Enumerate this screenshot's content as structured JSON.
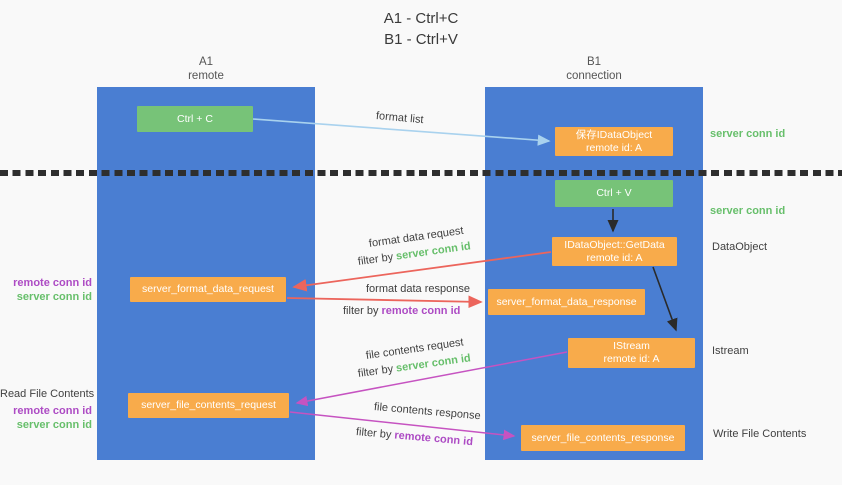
{
  "title": {
    "line1": "A1 - Ctrl+C",
    "line2": "B1 - Ctrl+V"
  },
  "columns": {
    "left": {
      "label": "A1",
      "sublabel": "remote"
    },
    "right": {
      "label": "B1",
      "sublabel": "connection"
    }
  },
  "nodes": {
    "ctrl_c": "Ctrl + C",
    "ctrl_v": "Ctrl + V",
    "save_idataobject": {
      "line1": "保存IDataObject",
      "line2": "remote id: A"
    },
    "getdata": {
      "line1": "IDataObject::GetData",
      "line2": "remote id: A"
    },
    "istream": {
      "line1": "IStream",
      "line2": "remote id: A"
    },
    "server_format_data_request": "server_format_data_request",
    "server_format_data_response": "server_format_data_response",
    "server_file_contents_request": "server_file_contents_request",
    "server_file_contents_response": "server_file_contents_response"
  },
  "left_labels": {
    "remote_conn_id_1": "remote conn id",
    "server_conn_id_1": "server conn id",
    "read_file_contents": "Read File Contents",
    "remote_conn_id_2": "remote conn id",
    "server_conn_id_2": "server conn id"
  },
  "right_labels": {
    "server_conn_id_top": "server conn id",
    "server_conn_id_mid": "server conn id",
    "dataobject": "DataObject",
    "istream": "Istream",
    "write_file_contents": "Write File Contents"
  },
  "arrow_labels": {
    "format_list": "format list",
    "format_data_request": "format data request",
    "format_data_response": "format data response",
    "file_contents_request": "file contents request",
    "file_contents_response": "file contents response",
    "filter_by": "filter by ",
    "server_conn_id": "server conn id",
    "remote_conn_id": "remote conn id"
  },
  "colors": {
    "column_blue": "#4a7ed2",
    "node_green": "#77c378",
    "node_orange": "#f8ab4b",
    "accent_green": "#67bf6b",
    "accent_purple": "#ad4bc4",
    "arrow_red": "#ec655c",
    "arrow_magenta": "#c653c1",
    "arrow_lightblue": "#a9d2ee",
    "arrow_black": "#2a2a2a"
  }
}
